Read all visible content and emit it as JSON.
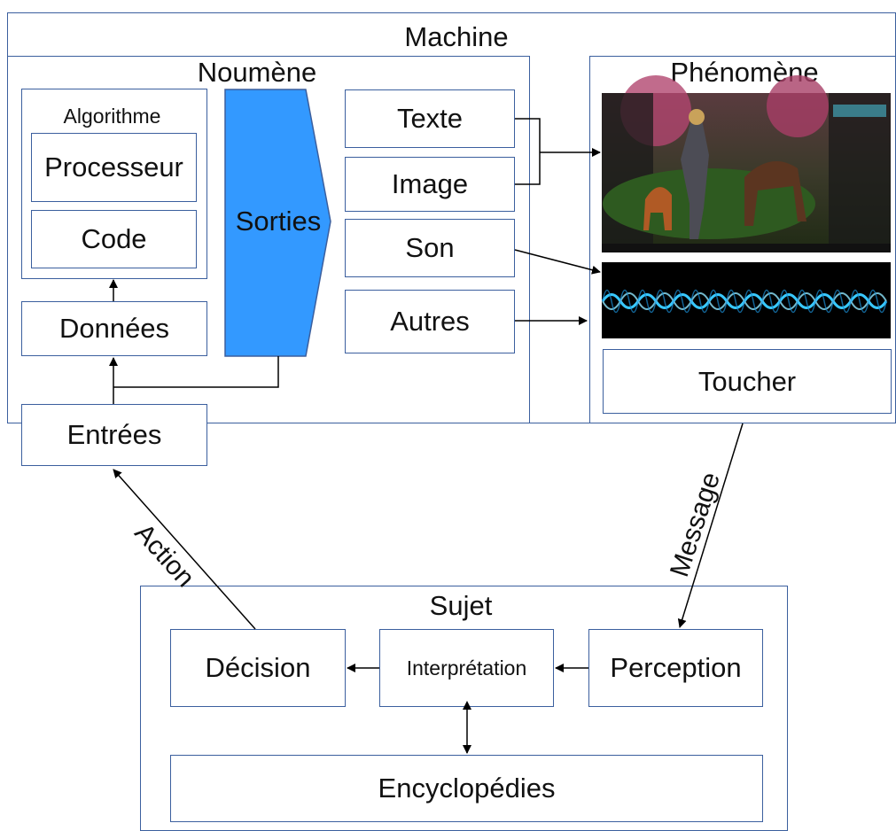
{
  "machine": {
    "title": "Machine"
  },
  "noumene": {
    "title": "Noumène",
    "algorithme": {
      "label": "Algorithme",
      "processeur": "Processeur",
      "code": "Code"
    },
    "donnees": "Données",
    "sorties": "Sorties",
    "outputs": [
      "Texte",
      "Image",
      "Son",
      "Autres"
    ]
  },
  "phenomene": {
    "title": "Phénomène",
    "toucher": "Toucher",
    "images": [
      "game-screenshot-image",
      "sound-wave-image"
    ]
  },
  "entrees": "Entrées",
  "arrows": {
    "action": "Action",
    "message": "Message"
  },
  "sujet": {
    "title": "Sujet",
    "decision": "Décision",
    "interpretation": "Interprétation",
    "perception": "Perception",
    "encyclopedies": "Encyclopédies"
  },
  "colors": {
    "border": "#3b5f9e",
    "sorties_fill": "#3399ff"
  }
}
